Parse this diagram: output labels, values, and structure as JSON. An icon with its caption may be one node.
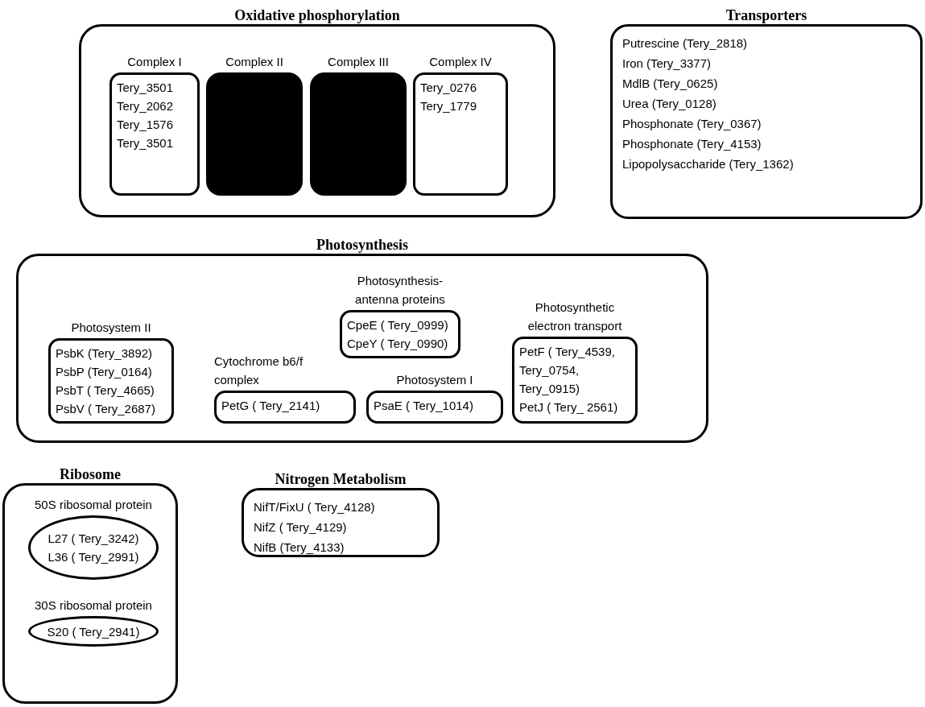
{
  "diagram": {
    "nodes": [
      {
        "text": [
          "Oxidative phosphorylation"
        ]
      },
      {
        "text": [
          "Complex I",
          "Tery_3501",
          "Tery_2062",
          "Tery_1576",
          "Tery_3501"
        ],
        "in": 0
      },
      {
        "text": [
          "Complex II"
        ],
        "in": 0
      },
      {
        "text": [
          "Complex III"
        ],
        "in": 0
      },
      {
        "text": [
          "Complex IV",
          "Tery_0276",
          "Tery_1779"
        ],
        "in": 0
      },
      {
        "text": [
          "Transporters",
          "Putrescine (Tery_2818)",
          "Iron  (Tery_3377)",
          "MdlB (Tery_0625)",
          "Urea (Tery_0128)",
          "Phosphonate  (Tery_0367)",
          "Phosphonate (Tery_4153)",
          "Lipopolysaccharide (Tery_1362)"
        ]
      },
      {
        "text": [
          "Photosynthesis"
        ]
      },
      {
        "text": [
          "Photosystem II",
          "PsbK (Tery_3892)",
          "PsbP (Tery_0164)",
          "PsbT ( Tery_4665)",
          "PsbV ( Tery_2687)"
        ],
        "in": 6
      },
      {
        "text": [
          "Cytochrome b6/f complex",
          "PetG ( Tery_2141)"
        ],
        "in": 6
      },
      {
        "text": [
          "Photosynthesis-antenna proteins",
          "CpeE ( Tery_0999)",
          "CpeY ( Tery_0990)"
        ],
        "in": 6
      },
      {
        "text": [
          "Photosystem I",
          "PsaE ( Tery_1014)"
        ],
        "in": 6
      },
      {
        "text": [
          "Photosynthetic electron transport",
          "PetF ( Tery_4539, Tery_0754, Tery_0915)",
          "PetJ ( Tery_ 2561)"
        ],
        "in": 6
      },
      {
        "text": [
          "Ribosome"
        ]
      },
      {
        "text": [
          "50S ribosomal protein",
          "L27 ( Tery_3242)",
          "L36 ( Tery_2991)"
        ],
        "in": 12
      },
      {
        "text": [
          "30S ribosomal protein",
          "S20 ( Tery_2941)"
        ],
        "in": 12
      },
      {
        "text": [
          "Nitrogen Metabolism",
          "NifT/FixU ( Tery_4128)",
          "NifZ ( Tery_4129)",
          "NifB (Tery_4133)"
        ]
      }
    ]
  }
}
